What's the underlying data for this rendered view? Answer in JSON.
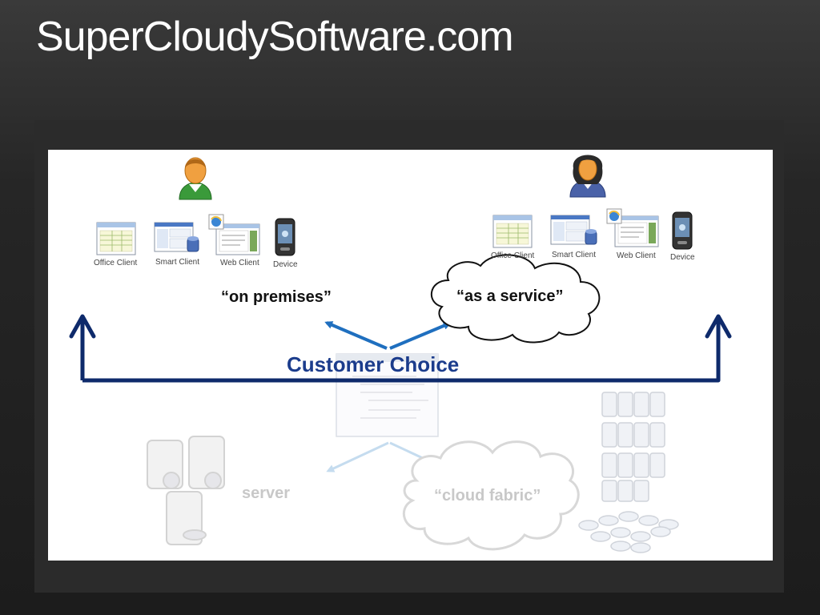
{
  "title": "SuperCloudySoftware.com",
  "left_group": {
    "clients": [
      {
        "label": "Office Client",
        "icon": "spreadsheet-window-icon"
      },
      {
        "label": "Smart Client",
        "icon": "smart-client-window-icon"
      },
      {
        "label": "Web Client",
        "icon": "web-browser-window-icon"
      },
      {
        "label": "Device",
        "icon": "smartphone-icon"
      }
    ],
    "user_icon": "male-user-icon"
  },
  "right_group": {
    "clients": [
      {
        "label": "Office Client",
        "icon": "spreadsheet-window-icon"
      },
      {
        "label": "Smart Client",
        "icon": "smart-client-window-icon"
      },
      {
        "label": "Web Client",
        "icon": "web-browser-window-icon"
      },
      {
        "label": "Device",
        "icon": "smartphone-icon"
      }
    ],
    "user_icon": "female-user-icon"
  },
  "on_premises_label": "“on premises”",
  "as_a_service_label": "“as a service”",
  "customer_choice_label": "Customer Choice",
  "server_label": "server",
  "cloud_fabric_label": "“cloud fabric”",
  "colors": {
    "choice_text": "#1b3c8c",
    "choice_arrow": "#0e2a6b",
    "branch_arrow": "#1f6fbf",
    "faded": "#c8c8c8"
  }
}
